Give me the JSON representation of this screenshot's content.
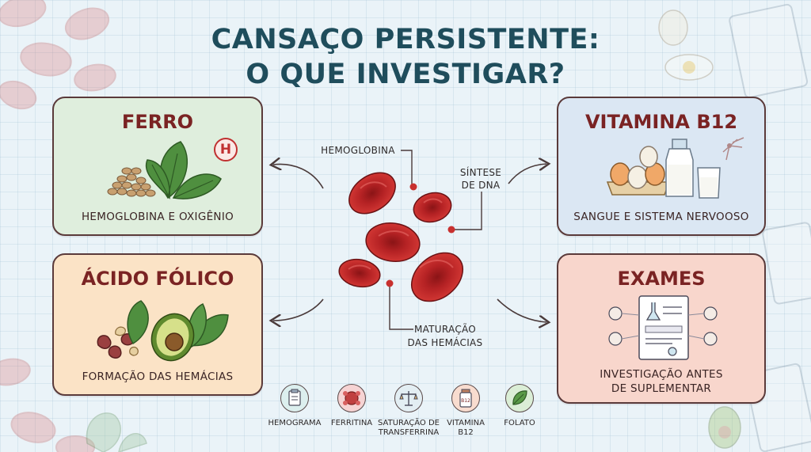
{
  "title": {
    "line1": "CANSAÇO PERSISTENTE:",
    "line2": "O QUE INVESTIGAR?"
  },
  "cards": {
    "ferro": {
      "title": "FERRO",
      "subtitle": "HEMOGLOBINA E OXIGÊNIO",
      "color": "#dfeedd"
    },
    "b12": {
      "title": "VITAMINA B12",
      "subtitle": "SANGUE E SISTEMA NERVOOSO",
      "color": "#dbe7f3"
    },
    "folico": {
      "title": "ÁCIDO FÓLICO",
      "subtitle": "FORMAÇÃO DAS HEMÁCIAS",
      "color": "#fbe3c6"
    },
    "exames": {
      "title": "EXAMES",
      "subtitle_line1": "INVESTIGAÇÃO ANTES",
      "subtitle_line2": "DE SUPLEMENTAR",
      "color": "#f8d6cc"
    }
  },
  "center_labels": {
    "hemoglobina": "HEMOGLOBINA",
    "sintese_line1": "SÍNTESE",
    "sintese_line2": "DE DNA",
    "maturacao_line1": "MATURAÇÃO",
    "maturacao_line2": "DAS HEMÁCIAS"
  },
  "exams": [
    {
      "label_line1": "HEMOGRAMA",
      "label_line2": "",
      "icon": "clipboard-icon",
      "color": "#dcefee"
    },
    {
      "label_line1": "FERRITINA",
      "label_line2": "",
      "icon": "molecule-icon",
      "color": "#f6d3d3"
    },
    {
      "label_line1": "SATURAÇÃO DE",
      "label_line2": "TRANSFERRINA",
      "icon": "scale-icon",
      "color": "#e3eef3"
    },
    {
      "label_line1": "VITAMINA",
      "label_line2": "B12",
      "icon": "bottle-icon",
      "color": "#f8dccf",
      "icon_text": "B12"
    },
    {
      "label_line1": "FOLATO",
      "label_line2": "",
      "icon": "leaf-icon",
      "color": "#dbeed6"
    }
  ],
  "icons": {
    "hemoglobin_badge": "H"
  },
  "colors": {
    "title": "#1f4d5c",
    "card_title": "#7a2323",
    "blood_cell": "#c0282a"
  }
}
